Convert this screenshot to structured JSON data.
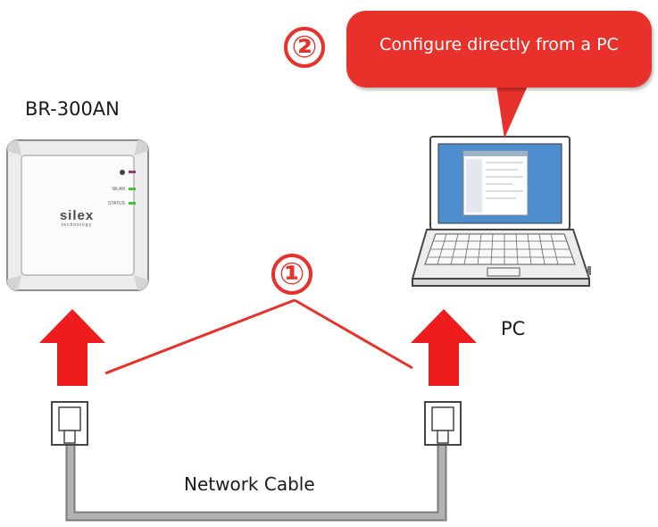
{
  "labels": {
    "device": "BR-300AN",
    "pc": "PC",
    "cable": "Network Cable",
    "bubble": "Configure directly from a PC",
    "step_one": "①",
    "step_two": "②",
    "brand": "silex",
    "brand_sub": "technology",
    "led_wlan": "WLAN",
    "led_status": "STATUS"
  },
  "colors": {
    "accent": "#e8312b",
    "arrow": "#ee1c1c",
    "cable": "#a9a9a9",
    "led_green": "#3fc33f"
  }
}
